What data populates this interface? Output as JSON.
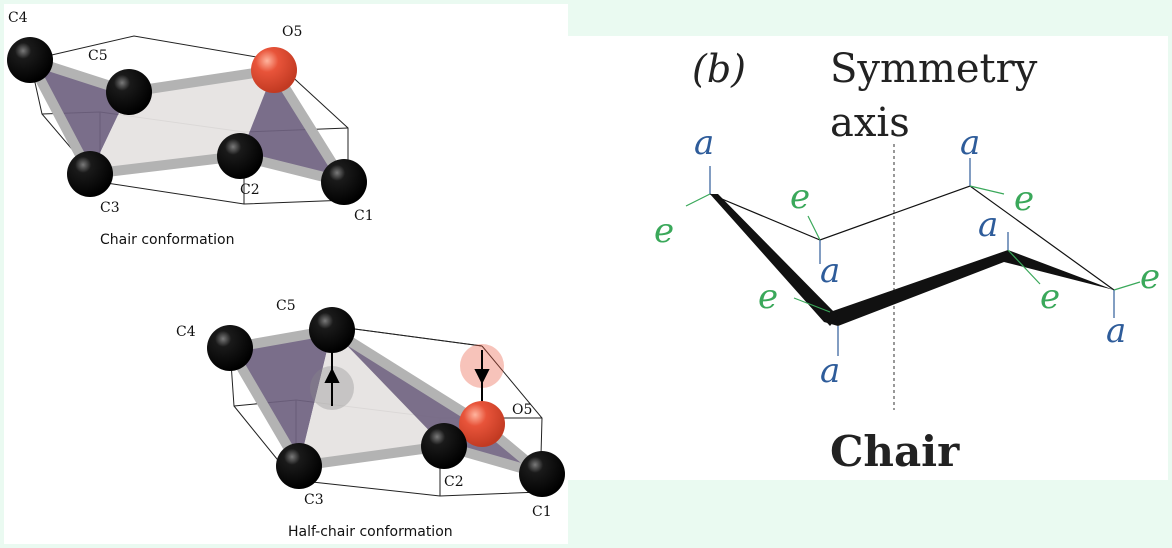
{
  "chair_figure": {
    "atoms": {
      "c1": "C1",
      "c2": "C2",
      "c3": "C3",
      "c4": "C4",
      "c5": "C5",
      "o5": "O5"
    },
    "caption": "Chair conformation"
  },
  "half_chair_figure": {
    "atoms": {
      "c1": "C1",
      "c2": "C2",
      "c3": "C3",
      "c4": "C4",
      "c5": "C5",
      "o5": "O5"
    },
    "caption": "Half-chair conformation"
  },
  "panel_b": {
    "label": "(b)",
    "axis_label_line1": "Symmetry",
    "axis_label_line2": "axis",
    "title": "Chair",
    "axial": "a",
    "equatorial": "e"
  },
  "colors": {
    "background": "#eafaf1",
    "carbon": "#111111",
    "oxygen": "#e8543a",
    "face_dark": "#6f6280",
    "face_light": "#e6e3e1",
    "bond": "#b3b3b3",
    "axial_label": "#2e5c9a",
    "equatorial_label": "#3aa85a"
  }
}
